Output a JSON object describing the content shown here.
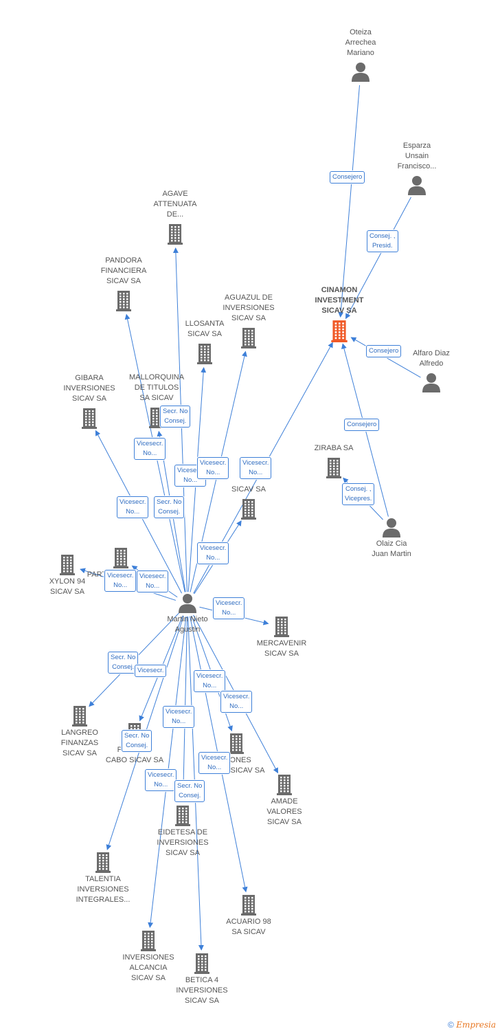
{
  "colors": {
    "edge": "#3d7fd8",
    "icon": "#6b6b6b",
    "main": "#f05a28",
    "label": "#555555"
  },
  "people": [
    {
      "id": "oteiza",
      "label": "Oteiza\nArrechea\nMariano",
      "icon": "person-icon"
    },
    {
      "id": "esparza",
      "label": "Esparza\nUnsain\nFrancisco...",
      "icon": "person-icon"
    },
    {
      "id": "alfaro",
      "label": "Alfaro Diaz\nAlfredo",
      "icon": "person-icon"
    },
    {
      "id": "olaiz",
      "label": "Olaiz Cia\nJuan Martin",
      "icon": "person-icon"
    },
    {
      "id": "martin",
      "label": "Martin Nieto\nAgustin",
      "icon": "person-icon"
    }
  ],
  "companies": [
    {
      "id": "cinamon",
      "label": "CINAMON\nINVESTMENT\nSICAV SA",
      "main": true
    },
    {
      "id": "agave",
      "label": "AGAVE\nATTENUATA\nDE..."
    },
    {
      "id": "pandora",
      "label": "PANDORA\nFINANCIERA\nSICAV SA"
    },
    {
      "id": "aguazul",
      "label": "AGUAZUL DE\nINVERSIONES\nSICAV SA"
    },
    {
      "id": "llosanta",
      "label": "LLOSANTA\nSICAV SA"
    },
    {
      "id": "gibara",
      "label": "GIBARA\nINVERSIONES\nSICAV SA"
    },
    {
      "id": "mallorquina",
      "label": "MALLORQUINA\nDE TITULOS\nSA SICAV"
    },
    {
      "id": "ziraba",
      "label": "ZIRABA SA"
    },
    {
      "id": "sicavsa",
      "label": "SICAV SA"
    },
    {
      "id": "xylon",
      "label": "XYLON 94\nSICAV SA"
    },
    {
      "id": "participaciones",
      "label": "PARTICIPACIONES\nSICAV SA"
    },
    {
      "id": "mercavenir",
      "label": "MERCAVENIR\nSICAV SA"
    },
    {
      "id": "langreo",
      "label": "LANGREO\nFINANZAS\nSICAV SA"
    },
    {
      "id": "punindo",
      "label": "PUNINDO\nCABO SICAV SA"
    },
    {
      "id": "cilla",
      "label": "...IONES\nCILLA SICAV SA"
    },
    {
      "id": "amade",
      "label": "AMADE\nVALORES\nSICAV SA"
    },
    {
      "id": "eidetesa",
      "label": "EIDETESA DE\nINVERSIONES\nSICAV SA"
    },
    {
      "id": "talentia",
      "label": "TALENTIA\nINVERSIONES\nINTEGRALES..."
    },
    {
      "id": "acuario",
      "label": "ACUARIO 98\nSA SICAV"
    },
    {
      "id": "alcancia",
      "label": "INVERSIONES\nALCANCIA\nSICAV SA"
    },
    {
      "id": "betica",
      "label": "BETICA 4\nINVERSIONES\nSICAV SA"
    }
  ],
  "relations": [
    {
      "id": "r1",
      "label": "Consejero"
    },
    {
      "id": "r2",
      "label": "Consej. ,\nPresid."
    },
    {
      "id": "r3",
      "label": "Consejero"
    },
    {
      "id": "r4",
      "label": "Consejero"
    },
    {
      "id": "r5",
      "label": "Consej. ,\nVicepres."
    },
    {
      "id": "r6",
      "label": "Secr. No\nConsej."
    },
    {
      "id": "r7",
      "label": "Vicesecr.\nNo..."
    },
    {
      "id": "r8",
      "label": "Vicesecr.\nNo..."
    },
    {
      "id": "r9",
      "label": "Vicesecr.\nNo..."
    },
    {
      "id": "r10",
      "label": "Vicesecr.\nNo..."
    },
    {
      "id": "r11",
      "label": "Vicesecr.\nNo..."
    },
    {
      "id": "r12",
      "label": "Secr. No\nConsej."
    },
    {
      "id": "r13",
      "label": "Vicesecr.\nNo..."
    },
    {
      "id": "r14",
      "label": "Vicesecr.\nNo..."
    },
    {
      "id": "r15",
      "label": "Vicesecr.\nNo..."
    },
    {
      "id": "r16",
      "label": "Vicesecr.\nNo..."
    },
    {
      "id": "r17",
      "label": "Secr. No\nConsej."
    },
    {
      "id": "r18",
      "label": "Vicesecr."
    },
    {
      "id": "r19",
      "label": "Vicesecr.\nNo..."
    },
    {
      "id": "r20",
      "label": "Vicesecr.\nNo..."
    },
    {
      "id": "r21",
      "label": "Vicesecr.\nNo..."
    },
    {
      "id": "r22",
      "label": "Secr. No\nConsej."
    },
    {
      "id": "r23",
      "label": "Vicesecr.\nNo..."
    },
    {
      "id": "r24",
      "label": "Vicesecr.\nNo..."
    },
    {
      "id": "r25",
      "label": "Secr. No\nConsej."
    }
  ],
  "footer": {
    "copyright": "©",
    "brand": "Empresia"
  }
}
